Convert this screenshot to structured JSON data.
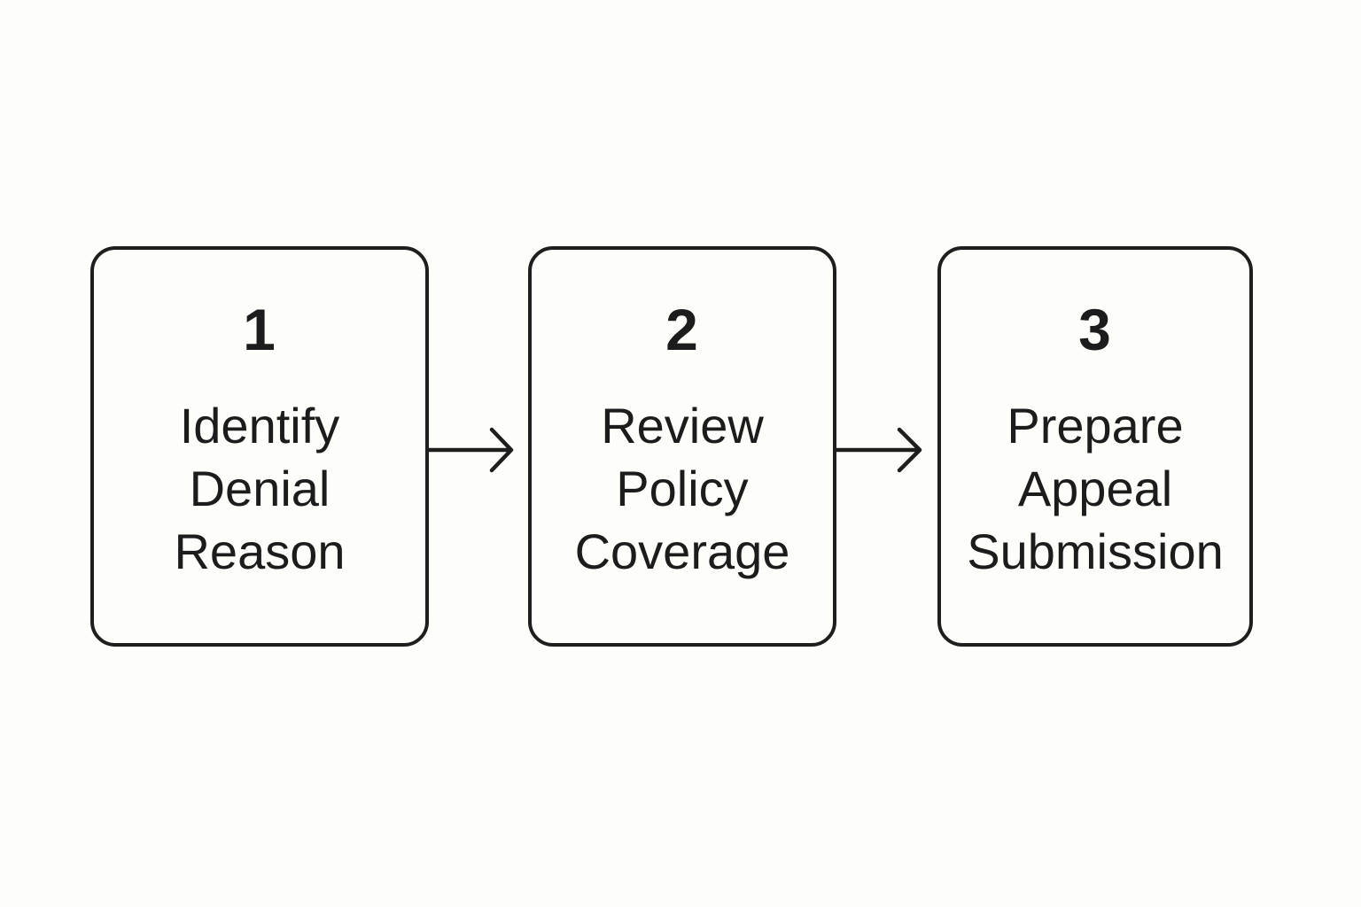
{
  "steps": [
    {
      "number": "1",
      "lines": [
        "Identify",
        "Denial",
        "Reason"
      ]
    },
    {
      "number": "2",
      "lines": [
        "Review",
        "Policy",
        "Coverage"
      ]
    },
    {
      "number": "3",
      "lines": [
        "Prepare",
        "Appeal",
        "Submission"
      ]
    }
  ],
  "colors": {
    "background": "#fdfdfa",
    "stroke": "#1e1e1e",
    "text": "#1c1c1c"
  },
  "connectors": [
    {
      "from": "1",
      "to": "2",
      "icon": "arrow-right-icon"
    },
    {
      "from": "2",
      "to": "3",
      "icon": "arrow-right-icon"
    }
  ]
}
